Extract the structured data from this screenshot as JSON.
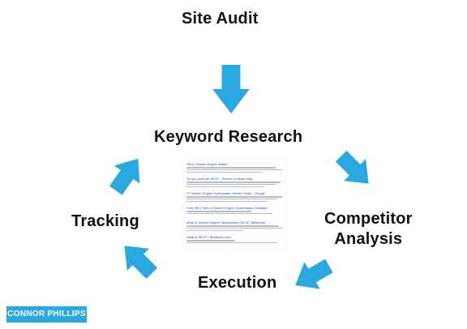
{
  "steps": {
    "site_audit": "Site Audit",
    "keyword_research": "Keyword Research",
    "competitor_line1": "Competitor",
    "competitor_line2": "Analysis",
    "execution": "Execution",
    "tracking": "Tracking"
  },
  "serp_results": [
    "SEO | Search Engine Watch",
    "Do you need an SEO? - Search Console Help",
    "*** Search Engine Optimization Starter Guide - Google",
    "Free SEO Tools & Search Engine Optimization Software",
    "What is Search Engine Optimization (SEO)? Wikipedia ...",
    "What is SEO? | whatisseo.com"
  ],
  "brand": "CONNOR PHILLIPS",
  "colors": {
    "arrow": "#29a9e0",
    "text": "#111111",
    "brand_bg": "#29a9e0"
  }
}
